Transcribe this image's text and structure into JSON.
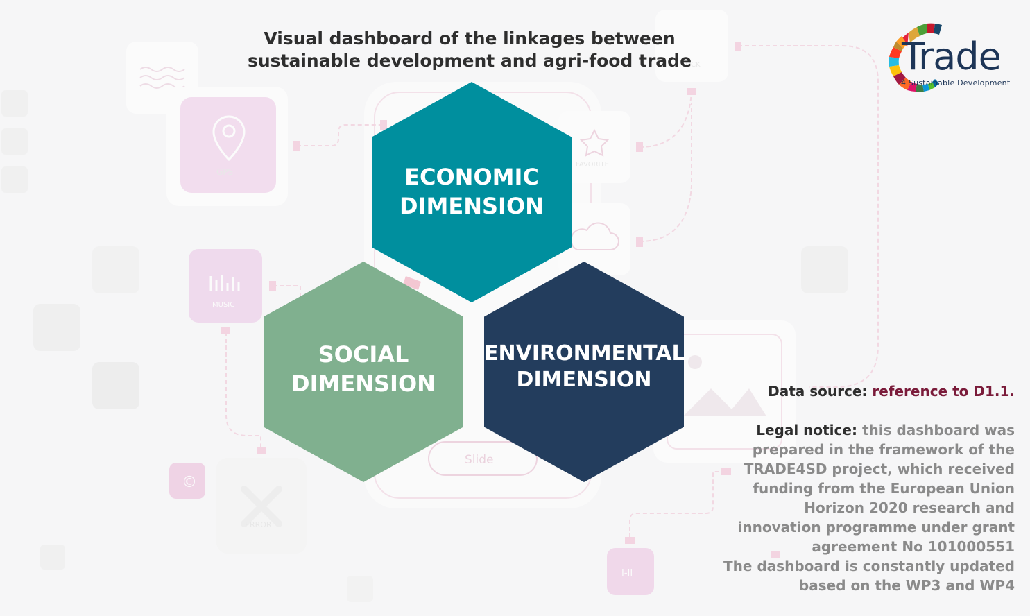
{
  "title": "Visual dashboard of the linkages between sustainable development and agri-food trade",
  "logo": {
    "name": "Trade",
    "subtitle": "4 Sustainable Development"
  },
  "background": {
    "gps_label": "GPS",
    "favorite_label": "FAVORITE",
    "lock_label": "LOCK",
    "music_label": "MUSIC",
    "error_label": "ERROR",
    "slide_label": "Slide",
    "pause_label": "I-II"
  },
  "dimensions": [
    {
      "id": "economic",
      "line1": "ECONOMIC",
      "line2": "DIMENSION",
      "color": "#008f9e"
    },
    {
      "id": "social",
      "line1": "SOCIAL",
      "line2": "DIMENSION",
      "color": "#80b08f"
    },
    {
      "id": "environmental",
      "line1": "ENVIRONMENTAL",
      "line2": "DIMENSION",
      "color": "#233d5d"
    }
  ],
  "info": {
    "data_source_label": "Data source:",
    "data_source_link": "reference to D1.1.",
    "legal_label": "Legal notice:",
    "legal_text": "this dashboard was prepared in the framework of the TRADE4SD project, which received funding from the European Union Horizon 2020 research and innovation programme under grant agreement No 101000551",
    "update_text": "The dashboard is constantly updated based on the WP3 and WP4"
  },
  "colors": {
    "accent": "#7a1b3a",
    "logo_text": "#1d3557"
  }
}
